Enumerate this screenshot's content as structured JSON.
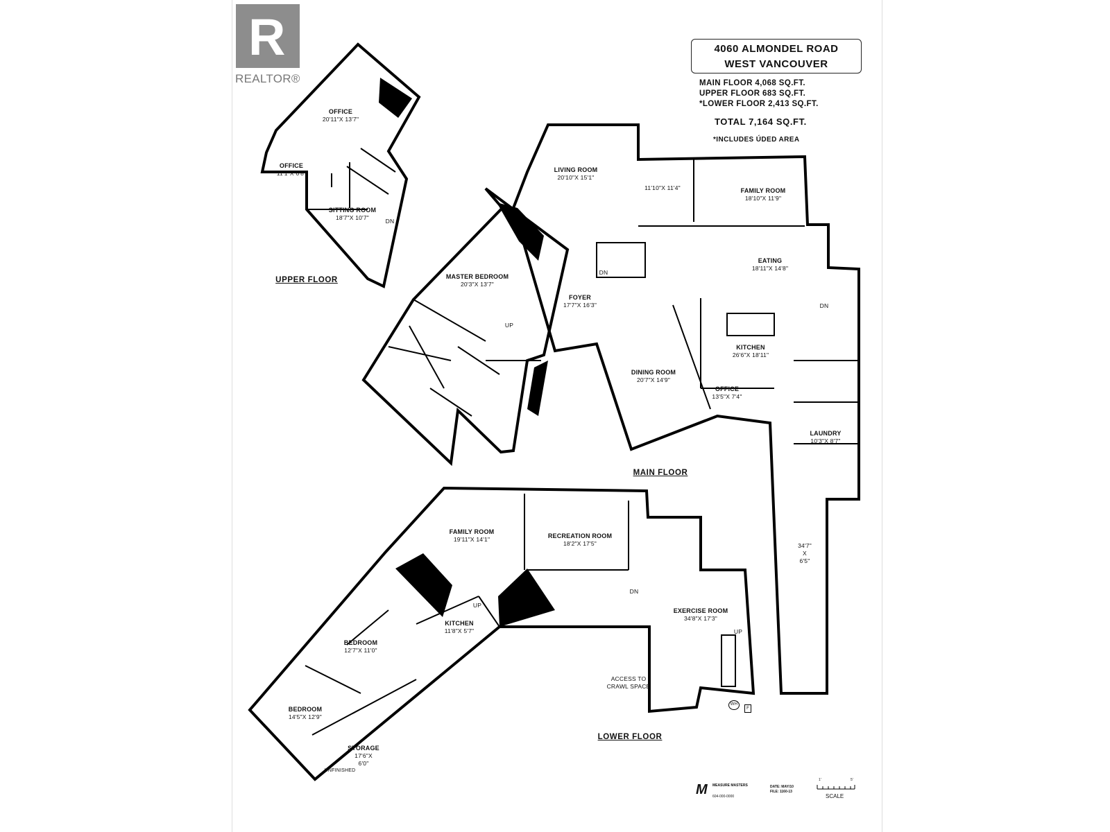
{
  "brand": {
    "logo_letter": "R",
    "logo_text": "REALTOR®"
  },
  "address": {
    "line1": "4060 ALMONDEL ROAD",
    "line2": "WEST VANCOUVER"
  },
  "areas": {
    "main": "MAIN FLOOR 4,068 SQ.FT.",
    "upper": "UPPER FLOOR 683 SQ.FT.",
    "lower": "*LOWER FLOOR 2,413 SQ.FT.",
    "total": "TOTAL   7,164 SQ.FT.",
    "note": "*INCLUDES          ÚDED AREA"
  },
  "floors": {
    "upper": "UPPER FLOOR",
    "main": "MAIN FLOOR",
    "lower": "LOWER FLOOR"
  },
  "rooms": {
    "upper_office": {
      "name": "OFFICE",
      "dim": "20'11\"X 13'7\""
    },
    "upper_office2": {
      "name": "OFFICE",
      "dim": "11'1\"X 6'8\""
    },
    "sitting": {
      "name": "SITTING ROOM",
      "dim": "18'7\"X 10'7\""
    },
    "living": {
      "name": "LIVING ROOM",
      "dim": "20'10\"X 15'1\""
    },
    "den": {
      "name": "",
      "dim": "11'10\"X 11'4\""
    },
    "family_main": {
      "name": "FAMILY ROOM",
      "dim": "18'10\"X 11'9\""
    },
    "eating": {
      "name": "EATING",
      "dim": "18'11\"X 14'8\""
    },
    "master": {
      "name": "MASTER BEDROOM",
      "dim": "20'3\"X 13'7\""
    },
    "foyer": {
      "name": "FOYER",
      "dim": "17'7\"X 16'3\""
    },
    "kitchen_main": {
      "name": "KITCHEN",
      "dim": "26'6\"X 18'11\""
    },
    "dining": {
      "name": "DINING ROOM",
      "dim": "20'7\"X 14'9\""
    },
    "office_main": {
      "name": "OFFICE",
      "dim": "13'5\"X 7'4\""
    },
    "laundry": {
      "name": "LAUNDRY",
      "dim": "10'3\"X 8'7\""
    },
    "hall": {
      "name": "",
      "dim": "34'7\"\nX\n6'5\""
    },
    "family_lower": {
      "name": "FAMILY ROOM",
      "dim": "19'11\"X 14'1\""
    },
    "recreation": {
      "name": "RECREATION ROOM",
      "dim": "18'2\"X 17'5\""
    },
    "kitchen_lower": {
      "name": "KITCHEN",
      "dim": "11'8\"X 5'7\""
    },
    "bedroom1": {
      "name": "BEDROOM",
      "dim": "12'7\"X 11'0\""
    },
    "bedroom2": {
      "name": "BEDROOM",
      "dim": "14'5\"X 12'9\""
    },
    "exercise": {
      "name": "EXERCISE ROOM",
      "dim": "34'8\"X 17'3\""
    },
    "storage": {
      "name": "STORAGE",
      "dim": "17'6\"X\n6'0\""
    }
  },
  "markers": {
    "dn": "DN",
    "up": "UP",
    "crawl": "ACCESS TO\nCRAWL SPACE",
    "unfinished": "UNFINISHED",
    "wh": "WH",
    "f": "F"
  },
  "credit": {
    "mark": "M",
    "company": "MEASURE MASTERS",
    "phone": "604-000-0000",
    "date": "DATE: MAY/10",
    "file": "FILE: 1160-13"
  },
  "scale": {
    "label": "SCALE",
    "start": "1'",
    "end": "5'"
  }
}
